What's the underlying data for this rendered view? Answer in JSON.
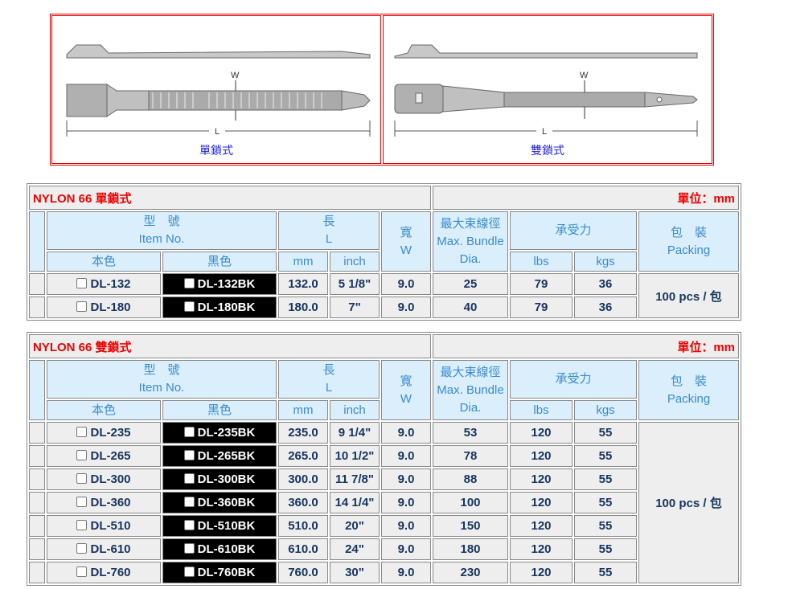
{
  "diagrams": [
    {
      "caption": "單鎖式",
      "w_label": "W",
      "l_label": "L"
    },
    {
      "caption": "雙鎖式",
      "w_label": "W",
      "l_label": "L"
    }
  ],
  "headers": {
    "item_zh": "型　號",
    "item_en": "Item No.",
    "length_zh": "長",
    "length_en": "L",
    "width_zh": "寬",
    "width_en": "W",
    "dia_zh": "最大束線徑",
    "dia_en1": "Max. Bundle",
    "dia_en2": "Dia.",
    "force_zh": "承受力",
    "pack_zh": "包　裝",
    "pack_en": "Packing",
    "natural": "本色",
    "black": "黑色",
    "mm": "mm",
    "inch": "inch",
    "lbs": "lbs",
    "kgs": "kgs"
  },
  "tables": [
    {
      "title": "NYLON 66 單鎖式",
      "unit": "單位：mm",
      "packing": "100 pcs / 包",
      "rows": [
        {
          "item": "DL-132",
          "black": "DL-132BK",
          "mm": "132.0",
          "inch": "5 1/8\"",
          "w": "9.0",
          "dia": "25",
          "lbs": "79",
          "kgs": "36"
        },
        {
          "item": "DL-180",
          "black": "DL-180BK",
          "mm": "180.0",
          "inch": "7\"",
          "w": "9.0",
          "dia": "40",
          "lbs": "79",
          "kgs": "36"
        }
      ]
    },
    {
      "title": "NYLON 66 雙鎖式",
      "unit": "單位：mm",
      "packing": "100 pcs / 包",
      "rows": [
        {
          "item": "DL-235",
          "black": "DL-235BK",
          "mm": "235.0",
          "inch": "9 1/4\"",
          "w": "9.0",
          "dia": "53",
          "lbs": "120",
          "kgs": "55"
        },
        {
          "item": "DL-265",
          "black": "DL-265BK",
          "mm": "265.0",
          "inch": "10 1/2\"",
          "w": "9.0",
          "dia": "78",
          "lbs": "120",
          "kgs": "55"
        },
        {
          "item": "DL-300",
          "black": "DL-300BK",
          "mm": "300.0",
          "inch": "11 7/8\"",
          "w": "9.0",
          "dia": "88",
          "lbs": "120",
          "kgs": "55"
        },
        {
          "item": "DL-360",
          "black": "DL-360BK",
          "mm": "360.0",
          "inch": "14 1/4\"",
          "w": "9.0",
          "dia": "100",
          "lbs": "120",
          "kgs": "55"
        },
        {
          "item": "DL-510",
          "black": "DL-510BK",
          "mm": "510.0",
          "inch": "20\"",
          "w": "9.0",
          "dia": "150",
          "lbs": "120",
          "kgs": "55"
        },
        {
          "item": "DL-610",
          "black": "DL-610BK",
          "mm": "610.0",
          "inch": "24\"",
          "w": "9.0",
          "dia": "180",
          "lbs": "120",
          "kgs": "55"
        },
        {
          "item": "DL-760",
          "black": "DL-760BK",
          "mm": "760.0",
          "inch": "30\"",
          "w": "9.0",
          "dia": "230",
          "lbs": "120",
          "kgs": "55"
        }
      ]
    }
  ]
}
